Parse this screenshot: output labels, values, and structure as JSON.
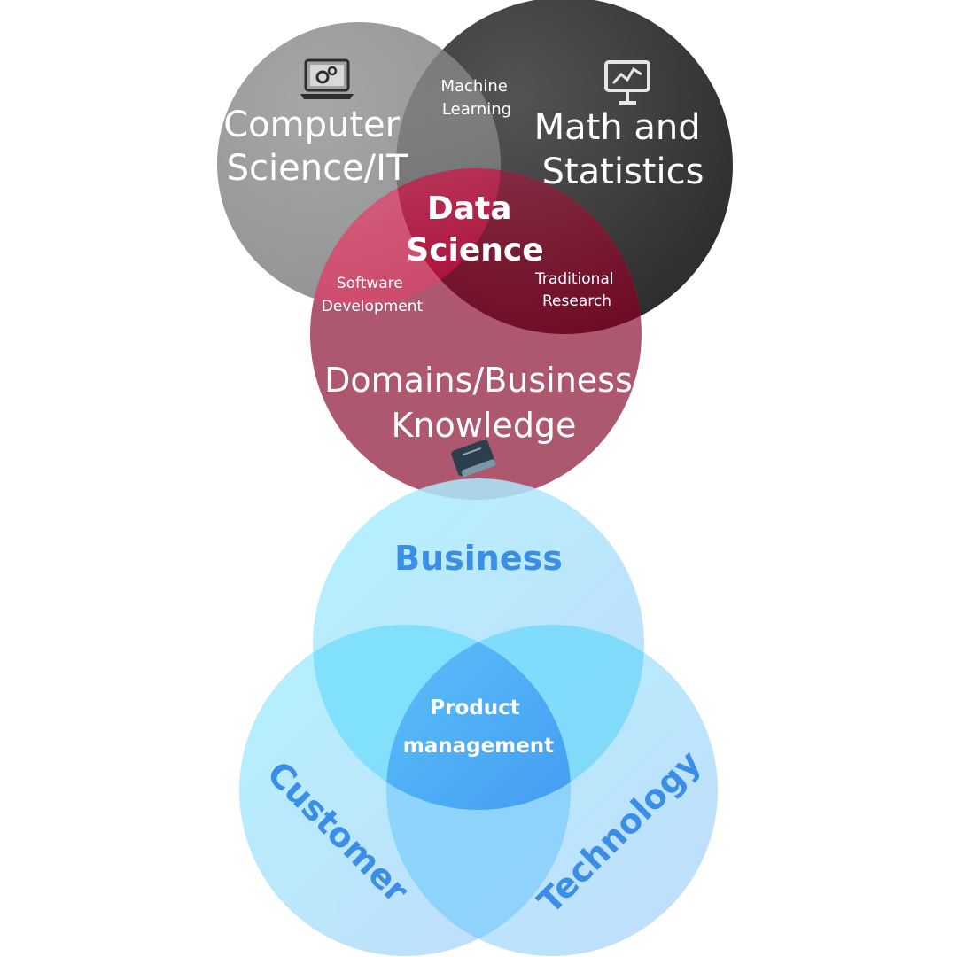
{
  "data_science_venn": {
    "circles": [
      {
        "name": "computer-science-it",
        "label_lines": [
          "Computer",
          "Science/IT"
        ],
        "color": "#8d8e90",
        "icon": "laptop-gear-icon"
      },
      {
        "name": "math-and-statistics",
        "label_lines": [
          "Math and",
          "Statistics"
        ],
        "color": "#2b2b2d",
        "icon": "presentation-chart-icon"
      },
      {
        "name": "domains-business-knowledge",
        "label_lines": [
          "Domains/Business",
          "Knowledge"
        ],
        "color": "#a6405a",
        "icon": "book-icon"
      }
    ],
    "overlaps": {
      "machine_learning": [
        "Machine",
        "Learning"
      ],
      "software_development": [
        "Software",
        "Development"
      ],
      "traditional_research": [
        "Traditional",
        "Research"
      ],
      "center": [
        "Data",
        "Science"
      ]
    }
  },
  "product_venn": {
    "circles": [
      {
        "name": "business",
        "label": "Business",
        "color": "#8fe0fb"
      },
      {
        "name": "customer",
        "label": "Customer",
        "color": "#8fe0fb"
      },
      {
        "name": "technology",
        "label": "Technology",
        "color": "#8fcffb"
      }
    ],
    "center_lines": [
      "Product",
      "management"
    ],
    "label_color": "#3a8ee8"
  }
}
